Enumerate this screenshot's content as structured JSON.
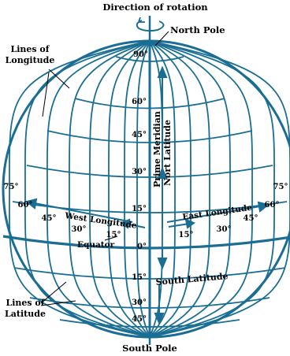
{
  "labels": {
    "direction": "Direction of rotation",
    "north_pole": "North Pole",
    "south_pole": "South Pole",
    "lines_of_longitude": [
      "Lines of",
      "Longitude"
    ],
    "lines_of_latitude": [
      "Lines of",
      "Latitude"
    ],
    "prime_meridian": "Prime Meridian",
    "north_latitude": "Nort Latitude",
    "south_latitude": "South Latitude",
    "west_longitude": "West Longitude",
    "east_longitude": "East Longitude",
    "equator": "Equator"
  },
  "latitude_degrees": {
    "d90": "90°",
    "n60": "60°",
    "n45": "45°",
    "n30": "30°",
    "n15": "15°",
    "d0": "0°",
    "s15": "15°",
    "s30": "30°",
    "s45": "45°"
  },
  "longitude_degrees": {
    "w75": "75°",
    "w60": "60°",
    "w45": "45°",
    "w30": "30°",
    "w15": "15°",
    "e15": "15°",
    "e30": "30°",
    "e45": "45°",
    "e60": "60°",
    "e75": "75°"
  },
  "colors": {
    "line": "#1a6e93",
    "text": "#000000"
  }
}
